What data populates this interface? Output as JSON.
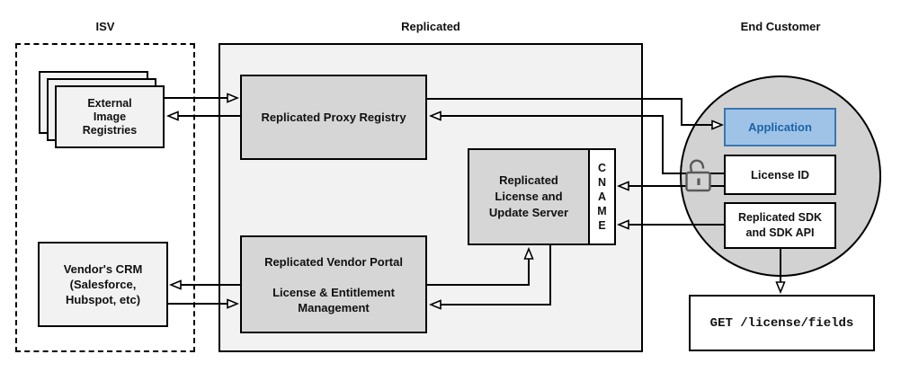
{
  "titles": {
    "isv": "ISV",
    "replicated": "Replicated",
    "end_customer": "End Customer"
  },
  "nodes": {
    "external_image_registries": {
      "line1": "External",
      "line2": "Image",
      "line3": "Registries"
    },
    "vendors_crm": {
      "line1": "Vendor's CRM",
      "line2": "(Salesforce,",
      "line3": "Hubspot, etc)"
    },
    "replicated_proxy_registry": {
      "label": "Replicated Proxy Registry"
    },
    "replicated_vendor_portal": {
      "line1": "Replicated Vendor Portal",
      "line2": "License & Entitlement",
      "line3": "Management"
    },
    "replicated_license_update_server": {
      "line1": "Replicated",
      "line2": "License and",
      "line3": "Update Server"
    },
    "cname": {
      "letters": [
        "C",
        "N",
        "A",
        "M",
        "E"
      ]
    },
    "application": {
      "label": "Application"
    },
    "license_id": {
      "label": "License ID"
    },
    "replicated_sdk": {
      "line1": "Replicated SDK",
      "line2": "and SDK API"
    },
    "get_endpoint": {
      "label": "GET /license/fields"
    }
  },
  "icons": {
    "lock": "unlocked-padlock-icon"
  },
  "colors": {
    "line": "#000000",
    "group_fill": "#f2f2f2",
    "node_fill": "#d6d6d6",
    "circle_fill": "#d2d2d2",
    "app_fill": "#9fc3e7",
    "app_border": "#3b76af",
    "app_text": "#1b63a8",
    "lock_stroke": "#595959",
    "text": "#111111"
  },
  "edges": [
    {
      "from": "external_image_registries",
      "to": "replicated_proxy_registry"
    },
    {
      "from": "replicated_proxy_registry",
      "to": "external_image_registries"
    },
    {
      "from": "replicated_proxy_registry",
      "to": "application"
    },
    {
      "from": "license_id",
      "to": "replicated_proxy_registry",
      "via": "unlocked-padlock"
    },
    {
      "from": "license_id",
      "to": "cname"
    },
    {
      "from": "replicated_sdk",
      "to": "cname"
    },
    {
      "from": "replicated_vendor_portal",
      "to": "replicated_license_update_server"
    },
    {
      "from": "replicated_license_update_server",
      "to": "replicated_vendor_portal"
    },
    {
      "from": "replicated_vendor_portal",
      "to": "vendors_crm"
    },
    {
      "from": "vendors_crm",
      "to": "replicated_vendor_portal"
    },
    {
      "from": "replicated_sdk",
      "to": "get_endpoint"
    }
  ]
}
